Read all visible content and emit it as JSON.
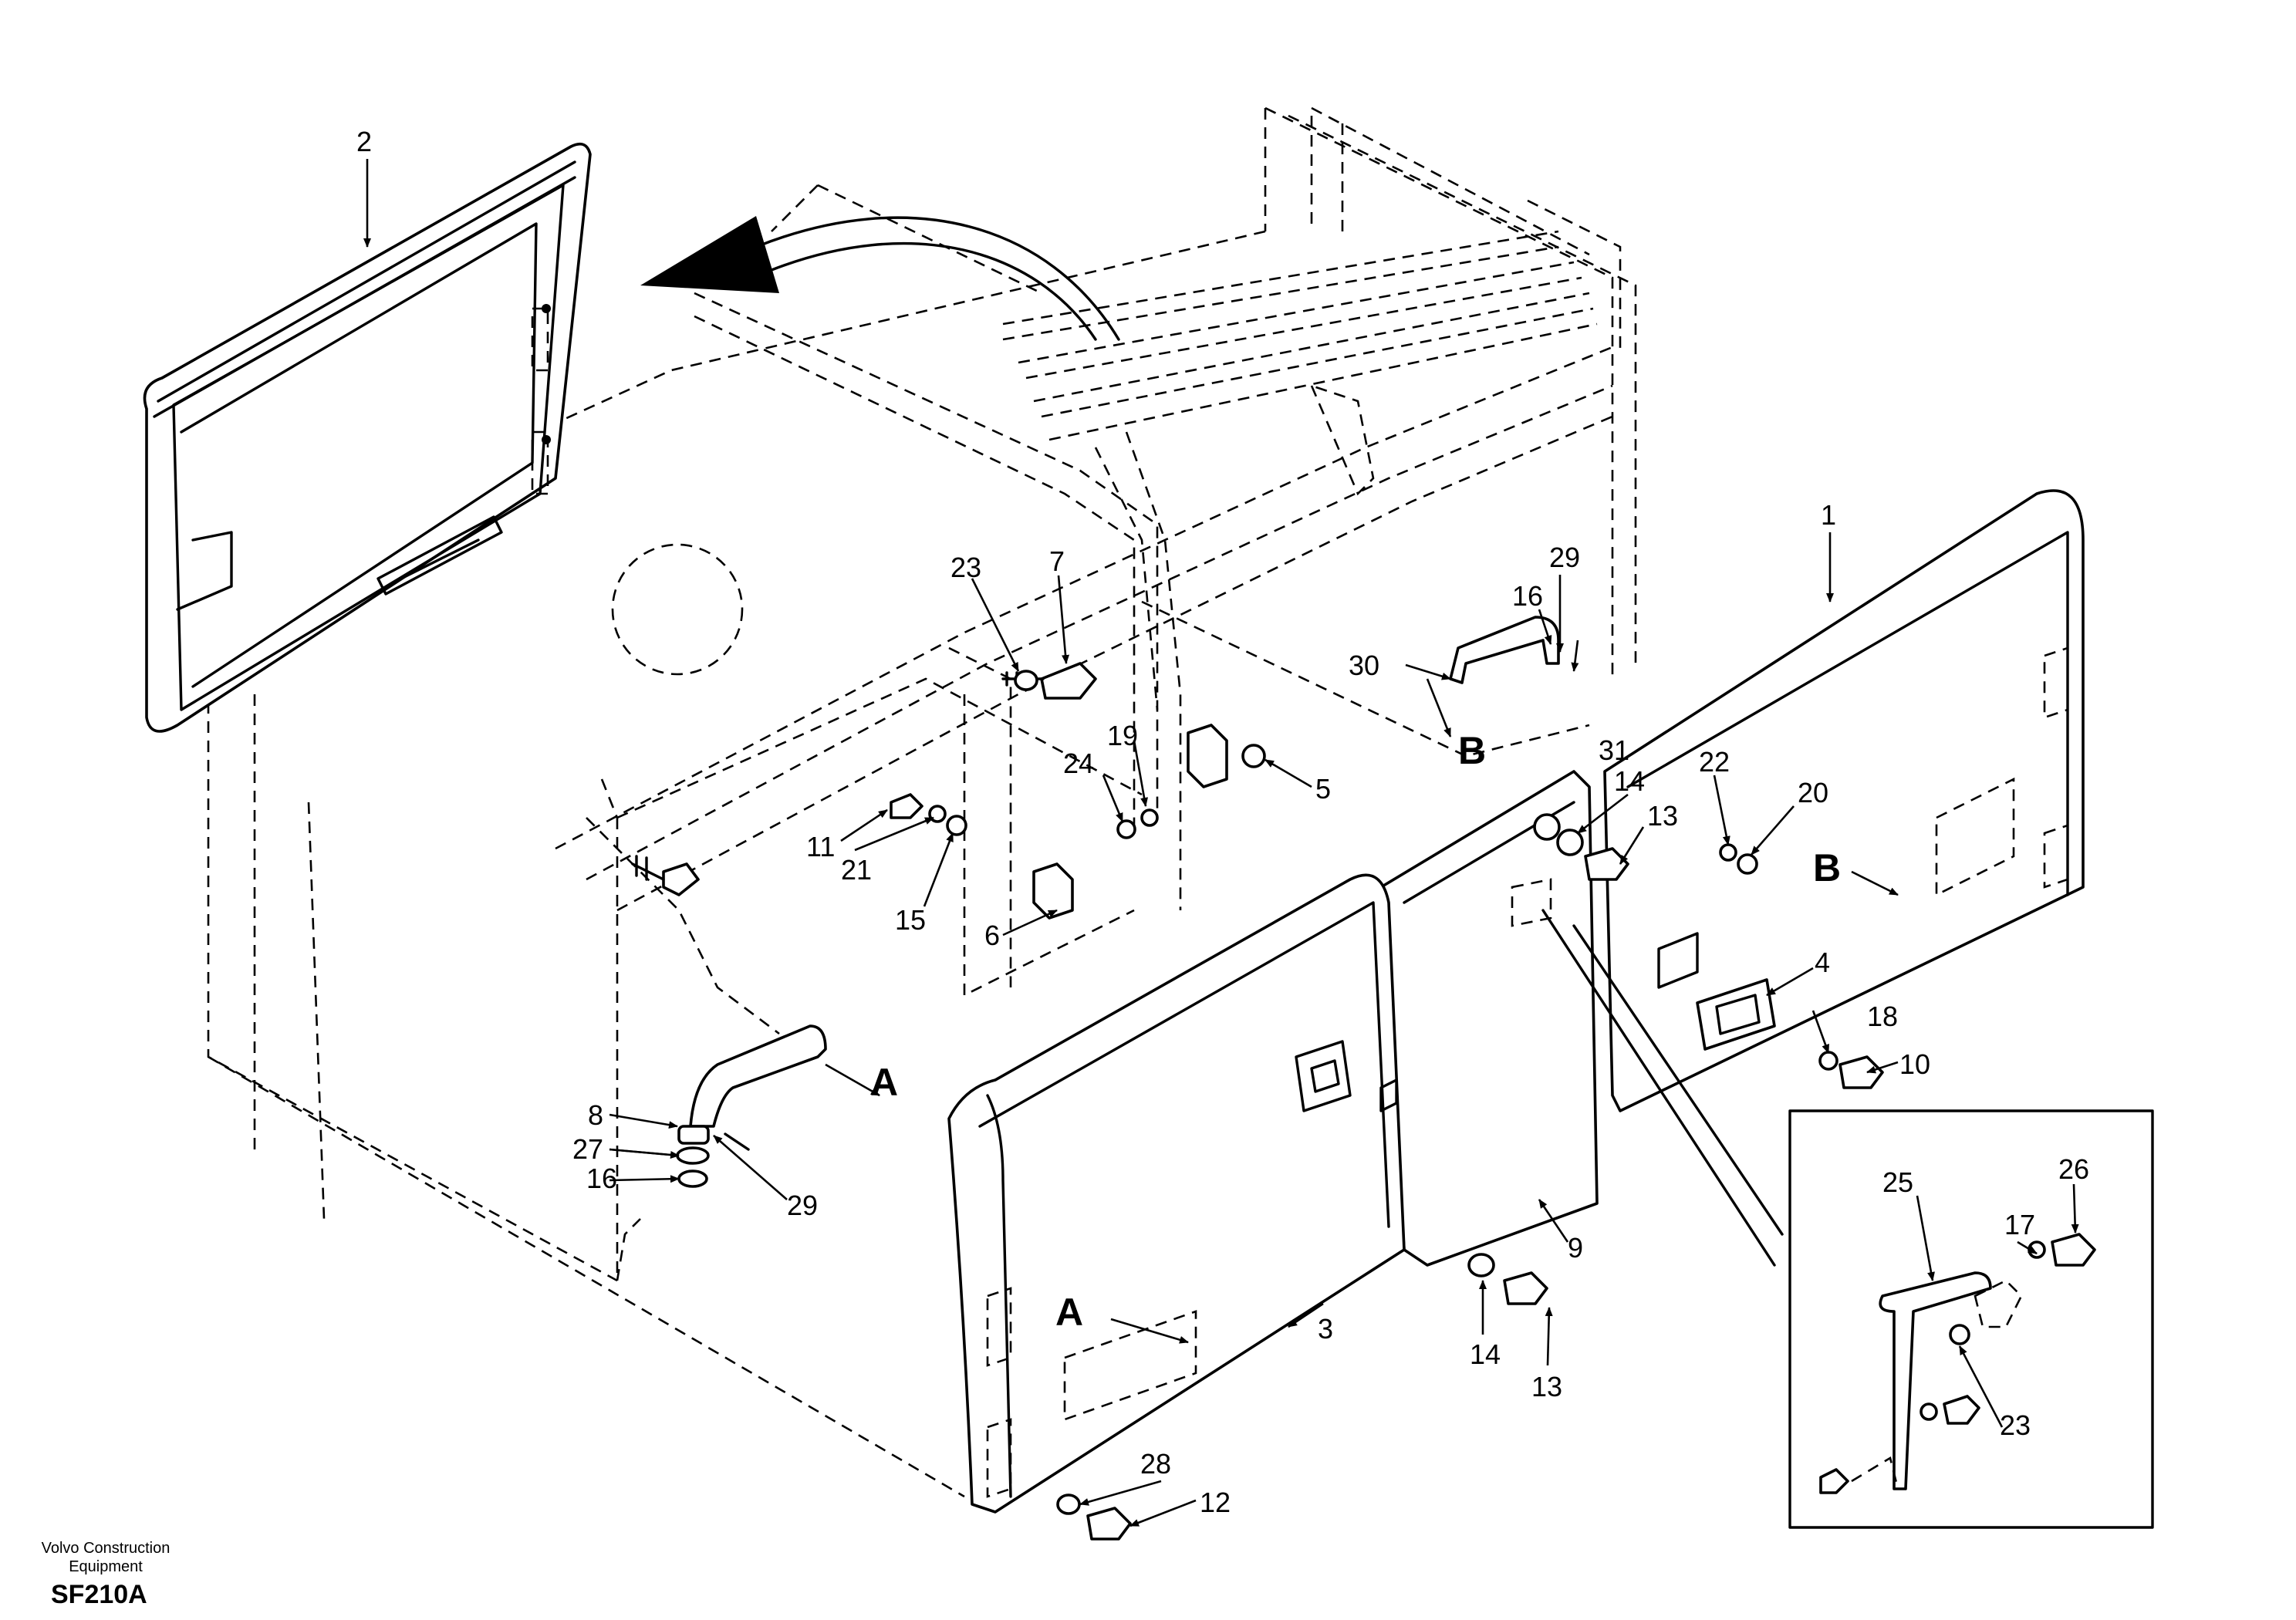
{
  "labels": {
    "l1": "1",
    "l2": "2",
    "l3": "3",
    "l4": "4",
    "l5": "5",
    "l6": "6",
    "l7": "7",
    "l8": "8",
    "l9": "9",
    "l10": "10",
    "l11": "11",
    "l12": "12",
    "l13a": "13",
    "l13b": "13",
    "l14a": "14",
    "l14b": "14",
    "l15": "15",
    "l16a": "16",
    "l16b": "16",
    "l17": "17",
    "l18": "18",
    "l19": "19",
    "l20": "20",
    "l21": "21",
    "l22": "22",
    "l23a": "23",
    "l23b": "23",
    "l24": "24",
    "l25": "25",
    "l26": "26",
    "l27": "27",
    "l28": "28",
    "l29a": "29",
    "l29b": "29",
    "l30": "30",
    "l31": "31"
  },
  "view_markers": {
    "a1": "A",
    "a2": "A",
    "b1": "B",
    "b2": "B"
  },
  "footer": {
    "manufacturer_line1": "Volvo Construction",
    "manufacturer_line2": "Equipment",
    "drawing_code": "SF210A"
  }
}
